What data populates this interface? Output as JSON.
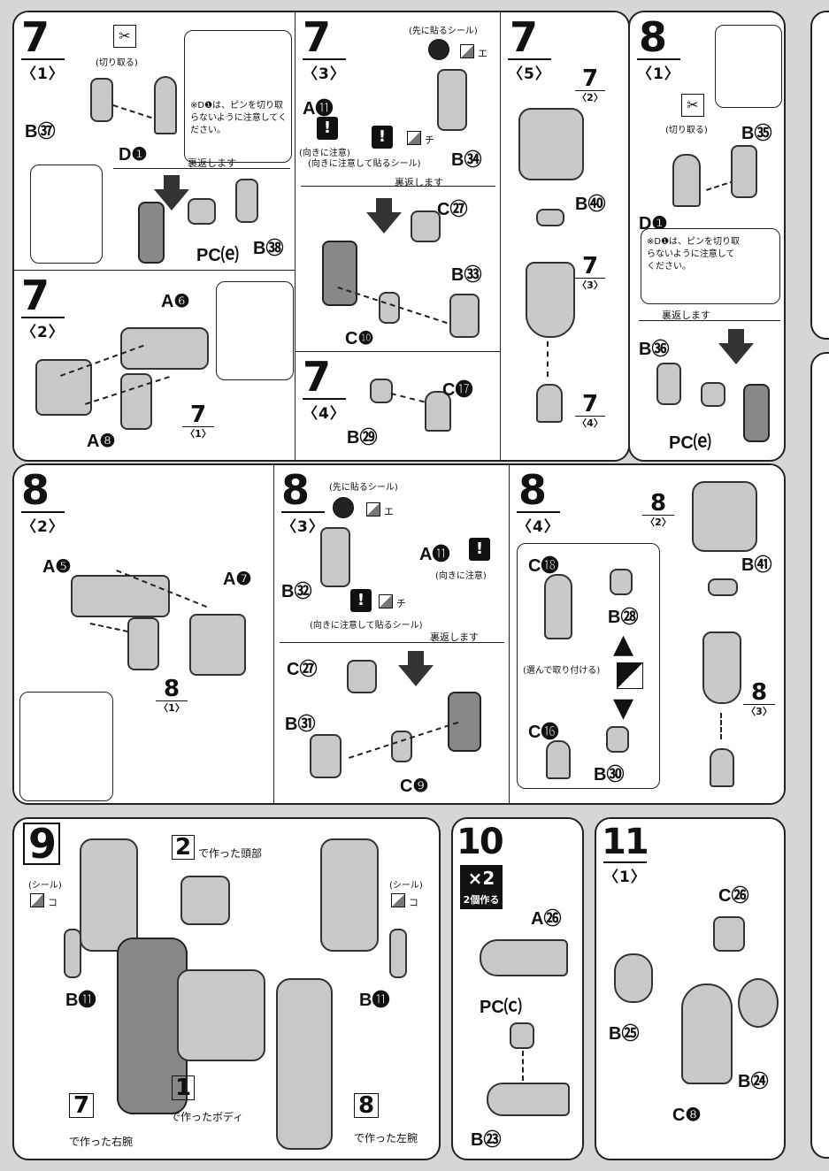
{
  "steps": {
    "s7_1": {
      "num": "7",
      "sub": "〈1〉",
      "cut_label": "(切り取る)",
      "note": "※D❶は、ピンを切り取らないように注意してください。",
      "turn": "裏返します",
      "parts": [
        "B㊲",
        "D❶",
        "PC⒠",
        "B㊳"
      ]
    },
    "s7_2": {
      "num": "7",
      "sub": "〈2〉",
      "parts": [
        "A❻",
        "A❽"
      ],
      "ref_num": "7",
      "ref_sub": "〈1〉"
    },
    "s7_3": {
      "num": "7",
      "sub": "〈3〉",
      "seal_first": "(先に貼るシール)",
      "seal_e": "エ",
      "seal_ch": "チ",
      "dir_note": "(向きに注意)",
      "dir_seal": "(向きに注意して貼るシール)",
      "turn": "裏返します",
      "parts": [
        "A⓫",
        "B㉞",
        "C㉗",
        "B㉝",
        "C❿"
      ]
    },
    "s7_4": {
      "num": "7",
      "sub": "〈4〉",
      "parts": [
        "C⓱",
        "B㉙"
      ]
    },
    "s7_5": {
      "num": "7",
      "sub": "〈5〉",
      "parts": [
        "B㊵"
      ],
      "refs": [
        {
          "n": "7",
          "s": "〈2〉"
        },
        {
          "n": "7",
          "s": "〈3〉"
        },
        {
          "n": "7",
          "s": "〈4〉"
        }
      ]
    },
    "s8_1": {
      "num": "8",
      "sub": "〈1〉",
      "cut_label": "(切り取る)",
      "note": "※D❶は、ピンを切り取らないように注意してください。",
      "turn": "裏返します",
      "parts": [
        "B㉟",
        "D❶",
        "B㊱",
        "PC⒠"
      ]
    },
    "s8_2": {
      "num": "8",
      "sub": "〈2〉",
      "parts": [
        "A❺",
        "A❼"
      ],
      "ref_num": "8",
      "ref_sub": "〈1〉"
    },
    "s8_3": {
      "num": "8",
      "sub": "〈3〉",
      "seal_first": "(先に貼るシール)",
      "seal_e": "エ",
      "seal_ch": "チ",
      "dir_note": "(向きに注意)",
      "dir_seal": "(向きに注意して貼るシール)",
      "turn": "裏返します",
      "parts": [
        "A⓫",
        "B㉜",
        "C㉗",
        "B㉛",
        "C❾"
      ]
    },
    "s8_4": {
      "num": "8",
      "sub": "〈4〉",
      "choose": "(選んで取り付ける)",
      "parts": [
        "C⓲",
        "B㉘",
        "C⓰",
        "B㉚",
        "B㊶"
      ],
      "refs": [
        {
          "n": "8",
          "s": "〈2〉"
        },
        {
          "n": "8",
          "s": "〈3〉"
        }
      ]
    },
    "s9": {
      "num": "9",
      "seal": "(シール)",
      "seal_ko": "コ",
      "head": "で作った頭部",
      "head_ref": "2",
      "body": "で作ったボディ",
      "body_ref": "1",
      "right_arm": "で作った右腕",
      "right_ref": "7",
      "left_arm": "で作った左腕",
      "left_ref": "8",
      "parts": [
        "B⓫",
        "B⓫"
      ]
    },
    "s10": {
      "num": "10",
      "mult": "×2",
      "make": "2個作る",
      "parts": [
        "A㉖",
        "PC⒞",
        "B㉓"
      ]
    },
    "s11": {
      "num": "11",
      "sub": "〈1〉",
      "parts": [
        "C㉖",
        "B㉕",
        "B㉔",
        "C❽"
      ]
    }
  }
}
